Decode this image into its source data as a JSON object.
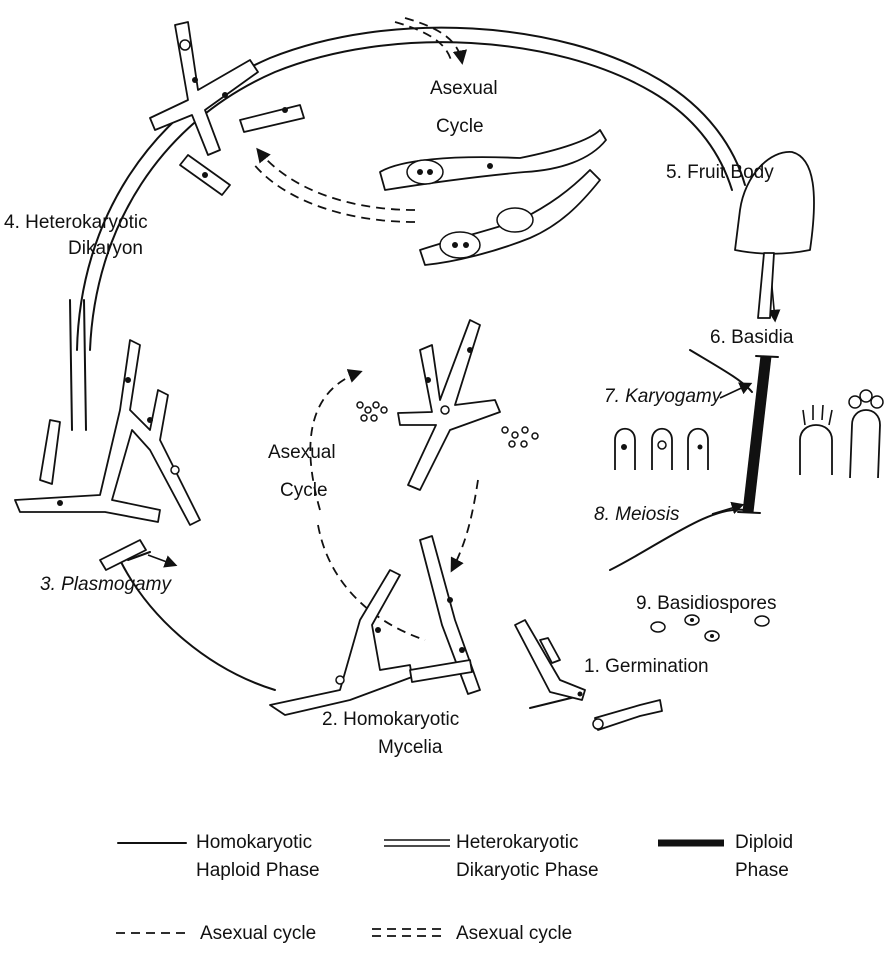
{
  "labels": {
    "asexual_cycle_top_1": "Asexual",
    "asexual_cycle_top_2": "Cycle",
    "fruit_body": "5. Fruit Body",
    "heterokaryotic_1": "4. Heterokaryotic",
    "heterokaryotic_2": "Dikaryon",
    "basidia": "6. Basidia",
    "karyogamy": "7. Karyogamy",
    "asexual_cycle_mid_1": "Asexual",
    "asexual_cycle_mid_2": "Cycle",
    "meiosis": "8. Meiosis",
    "plasmogamy": "3. Plasmogamy",
    "basidiospores": "9. Basidiospores",
    "germination": "1. Germination",
    "homokaryotic_1": "2. Homokaryotic",
    "homokaryotic_2": "Mycelia"
  },
  "legend": {
    "homokaryotic_1": "Homokaryotic",
    "homokaryotic_2": "Haploid Phase",
    "heterokaryotic_1": "Heterokaryotic",
    "heterokaryotic_2": "Dikaryotic Phase",
    "diploid_1": "Diploid",
    "diploid_2": "Phase",
    "asexual_single": "Asexual cycle",
    "asexual_double": "Asexual cycle"
  }
}
